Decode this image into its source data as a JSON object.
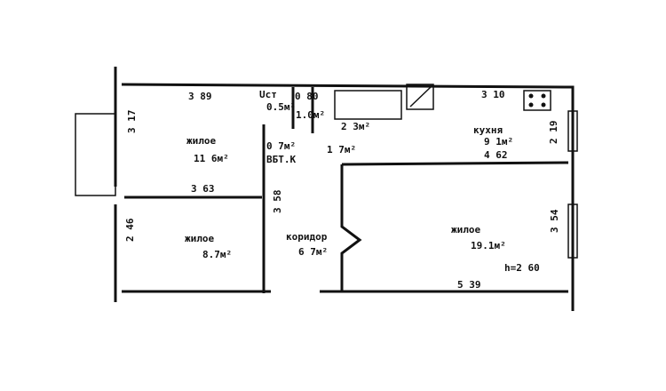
{
  "rooms": {
    "living1": {
      "name": "жилое",
      "area": "11 6м²"
    },
    "living2": {
      "name": "жилое",
      "area": "8.7м²"
    },
    "living3": {
      "name": "жилое",
      "area": "19.1м²"
    },
    "corridor": {
      "name": "коридор",
      "area": "6 7м²"
    },
    "kitchen": {
      "name": "кухня",
      "area": "9 1м²"
    },
    "wc": {
      "name": "Uст",
      "area": "0.5м²"
    },
    "bath": {
      "area": "1.0м²"
    },
    "closet": {
      "area": "0 7м²",
      "note": "ВБТ.К"
    },
    "storage": {
      "area": "2 3м²"
    },
    "hall": {
      "area": "1 7м²"
    }
  },
  "dimensions": {
    "d389": "3 89",
    "d080": "0 80",
    "d310": "3 10",
    "d317": "3 17",
    "d363": "3 63",
    "d358": "3 58",
    "d246": "2 46",
    "d354": "3 54",
    "d539": "5 39",
    "d462": "4 62",
    "d219": "2 19",
    "height": "h=2 60"
  }
}
